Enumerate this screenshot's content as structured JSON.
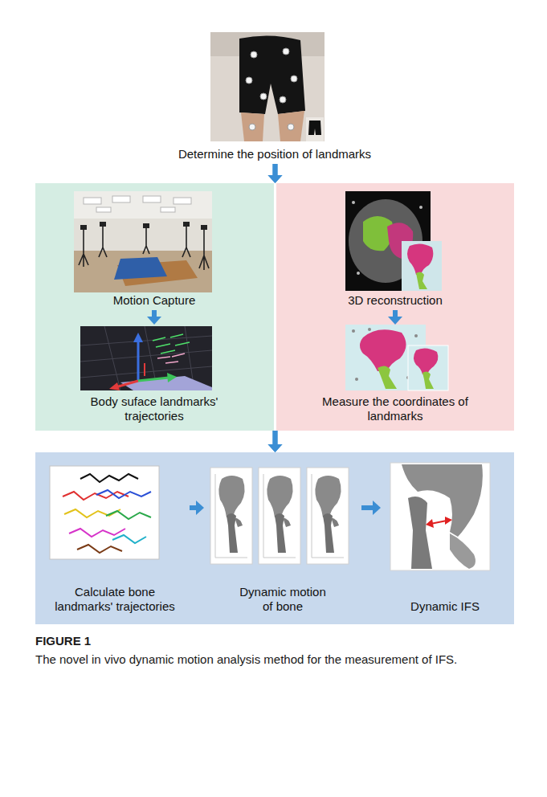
{
  "diagram": {
    "caption": "The novel in vivo dynamic motion analysis method for the measurement of IFS.",
    "nodes": [
      {
        "text": [
          "Determine the position of landmarks"
        ]
      },
      {
        "text": []
      },
      {
        "text": [
          "Motion Capture"
        ],
        "in": 1
      },
      {
        "text": [
          "Body suface landmarks' trajectories"
        ],
        "in": 1
      },
      {
        "text": []
      },
      {
        "text": [
          "3D reconstruction"
        ],
        "in": 4
      },
      {
        "text": [
          "Measure the coordinates of landmarks"
        ],
        "in": 4
      },
      {
        "text": []
      },
      {
        "text": [
          "Calculate bone landmarks' trajectories"
        ],
        "in": 7
      },
      {
        "text": [
          "Dynamic motion of bone"
        ],
        "in": 7
      },
      {
        "text": [
          "Dynamic IFS"
        ],
        "in": 7
      }
    ],
    "edges": [
      {
        "from": 0,
        "to": 1,
        "arrow": "to"
      },
      {
        "from": 0,
        "to": 4,
        "arrow": "to"
      },
      {
        "from": 2,
        "to": 3,
        "arrow": "to"
      },
      {
        "from": 5,
        "to": 6,
        "arrow": "to"
      },
      {
        "from": 1,
        "to": 7,
        "arrow": "to"
      },
      {
        "from": 4,
        "to": 7,
        "arrow": "to"
      },
      {
        "from": 8,
        "to": 9,
        "arrow": "to"
      },
      {
        "from": 9,
        "to": 10,
        "arrow": "to"
      }
    ],
    "labels": [
      "FIGURE 1"
    ]
  }
}
